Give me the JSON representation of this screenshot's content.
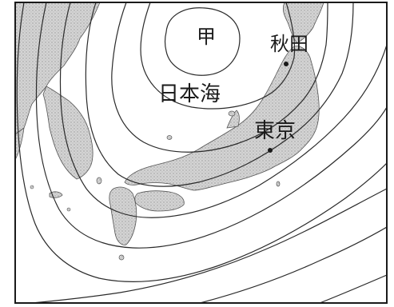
{
  "labels": {
    "center": "甲",
    "akita": "秋田",
    "sea": "日本海",
    "tokyo": "東京"
  },
  "colors": {
    "land": "#cfcfcf",
    "isobar": "#2a2a2a",
    "frame": "#1a1a1a",
    "text": "#1a1a1a",
    "background": "#ffffff"
  }
}
